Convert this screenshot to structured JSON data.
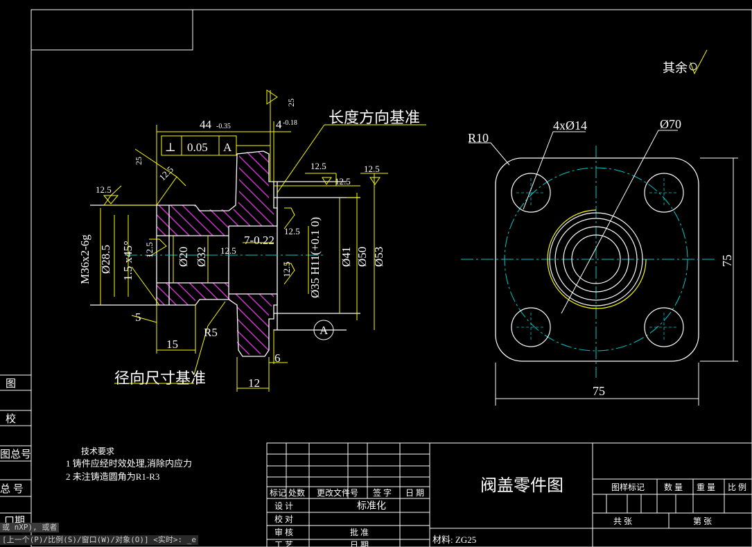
{
  "colors": {
    "background": "#000000",
    "line": "#ffffff",
    "dim": "#ffff00",
    "hatch": "#cc33cc",
    "center": "#00cccc",
    "note": "#ffffff"
  },
  "labels": {
    "roughness_rest": "其余",
    "datum_length": "长度方向基准",
    "datum_radial": "径向尺寸基准",
    "tech_title": "技术要求",
    "tech_1": "1 铸件应经时效处理,消除内应力",
    "tech_2": "2 未注铸造圆角为R1-R3",
    "drawing_title": "阀盖零件图",
    "material": "材料: ZG25"
  },
  "dims_left": {
    "d44": "44",
    "d44tol": "-0.35",
    "d4": "4",
    "d4tol": "-0.18",
    "tol_sym": "⊥",
    "tol_val": "0.05",
    "tol_datum": "A",
    "r125a": "12.5",
    "r125b": "12.5",
    "r125c": "12.5",
    "r125d": "12.5",
    "r125e": "12.5",
    "r125f": "12.5",
    "r125g": "12.5",
    "r125h": "12.5",
    "r25a": "25",
    "r25b": "25",
    "m36": "M36x2-6g",
    "d285": "Ø28.5",
    "chamfer": "1.5 x45°",
    "d20": "Ø20",
    "d32": "Ø32",
    "d7": "7-0.22",
    "d35": "Ø35 H11(+0.1 0)",
    "d41": "Ø41",
    "d50": "Ø50",
    "d53": "Ø53",
    "d5": "5",
    "d15": "15",
    "r5": "R5",
    "d6": "6",
    "d12": "12",
    "datumA": "A"
  },
  "dims_right": {
    "r10": "R10",
    "holes": "4xØ14",
    "d70": "Ø70",
    "w75": "75",
    "h75": "75"
  },
  "left_table": {
    "rows": [
      "图",
      "校",
      "图总号",
      "总 号",
      "口期"
    ]
  },
  "title_block": {
    "rev_headers": [
      "标记",
      "处数",
      "更改文件号",
      "签 字",
      "日 期"
    ],
    "roles": [
      "设 计",
      "校 对",
      "审 核",
      "工 艺"
    ],
    "std": "标准化",
    "approve": "批 准",
    "date": "日 期",
    "right_headers": [
      "图样标记",
      "数 量",
      "重 量",
      "比 例"
    ],
    "sheet_total": "共  张",
    "sheet_no": "第  张"
  },
  "command": {
    "line1": "或 nXP), 或者",
    "line2": "[上一个(P)/比例(S)/窗口(W)/对象(O)] <实时>: _e"
  }
}
